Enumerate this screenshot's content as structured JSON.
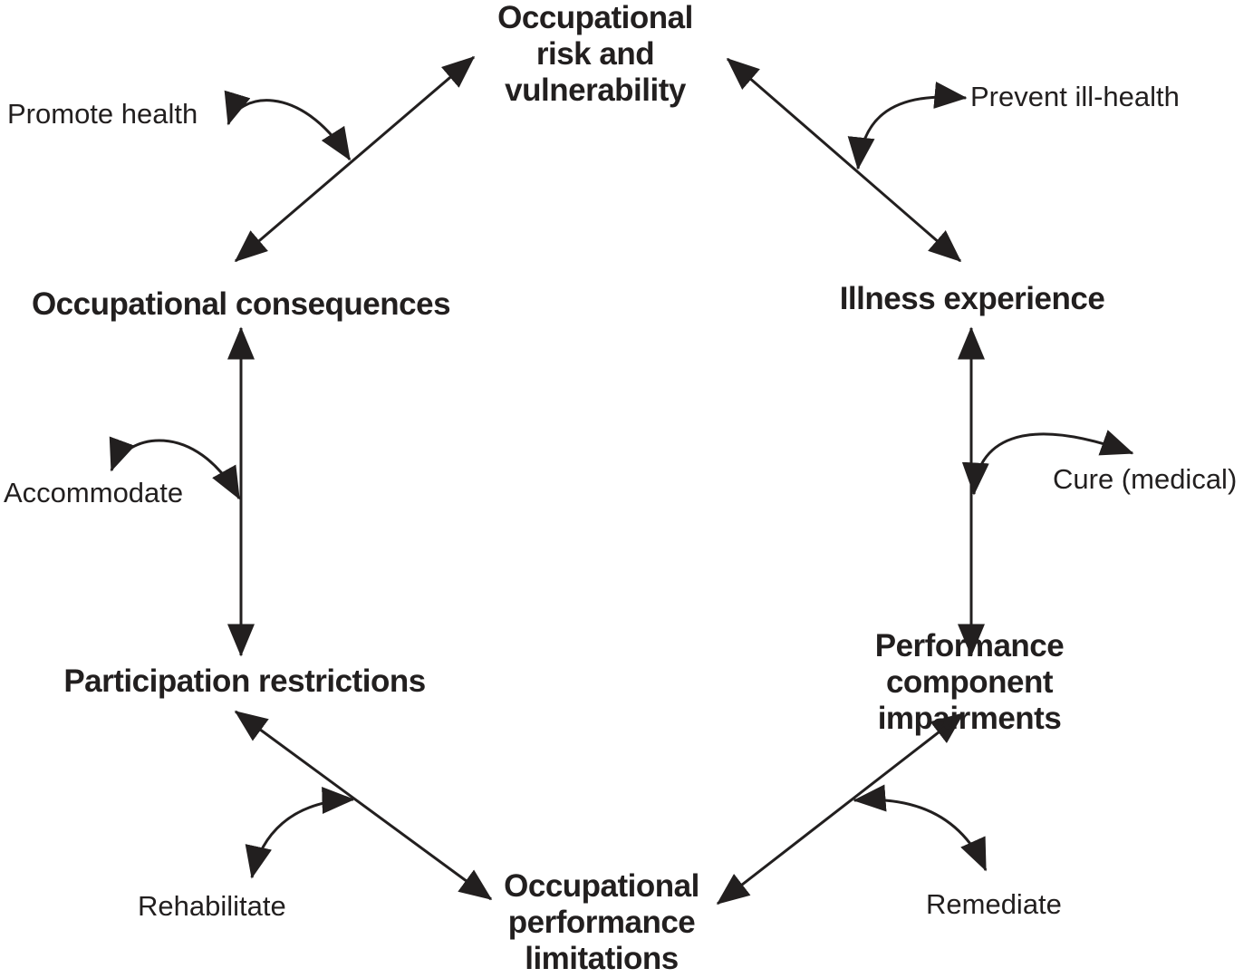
{
  "figure": {
    "type": "cycle-diagram",
    "colors": {
      "ink": "#221f1f",
      "background": "#ffffff"
    },
    "nodes": {
      "risk": {
        "label": "Occupational\nrisk and\nvulnerability"
      },
      "consequences": {
        "label": "Occupational consequences"
      },
      "illness": {
        "label": "Illness experience"
      },
      "participation": {
        "label": "Participation restrictions"
      },
      "impairments": {
        "label": "Performance component impairments"
      },
      "limitations": {
        "label": "Occupational\nperformance\nlimitations"
      }
    },
    "interventions": {
      "promote": {
        "label": "Promote health"
      },
      "prevent": {
        "label": "Prevent ill-health"
      },
      "accommodate": {
        "label": "Accommodate"
      },
      "cure": {
        "label": "Cure (medical)"
      },
      "rehabilitate": {
        "label": "Rehabilitate"
      },
      "remediate": {
        "label": "Remediate"
      }
    },
    "links": [
      {
        "from": "consequences",
        "to": "risk",
        "style": "straight-double-arrow"
      },
      {
        "from": "risk",
        "to": "illness",
        "style": "straight-double-arrow"
      },
      {
        "from": "consequences",
        "to": "participation",
        "style": "straight-double-arrow"
      },
      {
        "from": "illness",
        "to": "impairments",
        "style": "straight-double-arrow"
      },
      {
        "from": "participation",
        "to": "limitations",
        "style": "straight-double-arrow"
      },
      {
        "from": "impairments",
        "to": "limitations",
        "style": "straight-double-arrow"
      }
    ],
    "intervention_links": [
      {
        "label": "Promote health",
        "acts_on": "consequences-risk",
        "style": "curved-double-arrow"
      },
      {
        "label": "Prevent ill-health",
        "acts_on": "risk-illness",
        "style": "curved-double-arrow"
      },
      {
        "label": "Accommodate",
        "acts_on": "consequences-participation",
        "style": "curved-double-arrow"
      },
      {
        "label": "Cure (medical)",
        "acts_on": "illness-impairments",
        "style": "curved-double-arrow"
      },
      {
        "label": "Rehabilitate",
        "acts_on": "participation-limitations",
        "style": "curved-double-arrow"
      },
      {
        "label": "Remediate",
        "acts_on": "impairments-limitations",
        "style": "curved-double-arrow"
      }
    ]
  }
}
